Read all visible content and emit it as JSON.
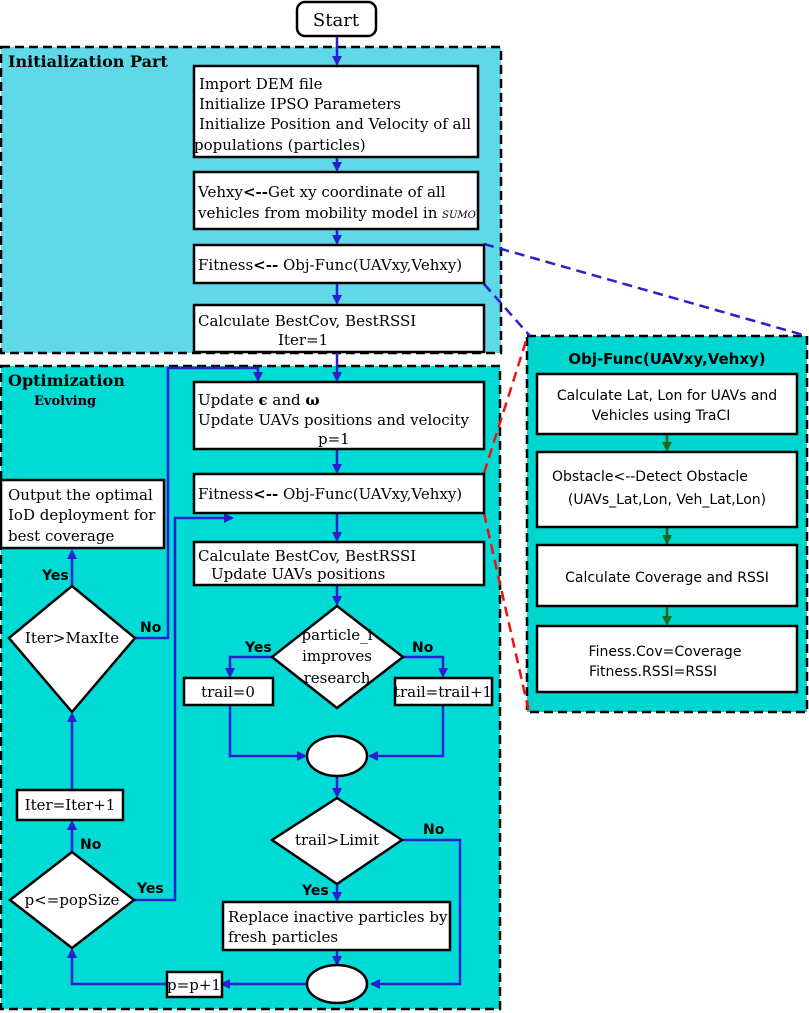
{
  "colors": {
    "init_bg": "#5fd9e8",
    "opt_bg": "#00dcd5",
    "obj_bg": "#00d6d0",
    "arrow": "#2a1fd0",
    "inner_arrow": "#1b6b1b",
    "red_dash": "#ee1111",
    "blue_dash": "#2a1fd0"
  },
  "sections": {
    "init_title": "Initialization Part",
    "opt_title": "Optimization",
    "opt_subtitle": "Evolving",
    "obj_title": "Obj-Func(UAVxy,Vehxy)"
  },
  "nodes": {
    "start": "Start",
    "import": [
      "Import DEM file",
      "Initialize IPSO Parameters",
      "Initialize Position and Velocity of all",
      "populations (particles)"
    ],
    "vehxy_a": "Vehxy",
    "vehxy_arrow": "<--",
    "vehxy_b": "Get xy coordinate of all",
    "vehxy_line2": "vehicles from mobility model in ",
    "vehxy_sumo": "SUMO",
    "fitness_a": "Fitness",
    "fitness_arrow": "<--",
    "fitness_b": " Obj-Func(UAVxy,Vehxy)",
    "calc_best1": [
      "Calculate BestCov, BestRSSI",
      "Iter=1"
    ],
    "update_a": "Update ",
    "update_eps": "ϵ",
    "update_and": " and  ",
    "update_omega": "ω",
    "update_line2": "Update UAVs positions and velocity",
    "update_line3": "p=1",
    "fitness2_a": "Fitness",
    "fitness2_arrow": "<--",
    "fitness2_b": " Obj-Func(UAVxy,Vehxy)",
    "calc_best2": [
      "Calculate BestCov, BestRSSI",
      "Update UAVs positions"
    ],
    "particle_i": [
      "particle_i",
      "improves",
      "research"
    ],
    "trail0": "trail=0",
    "trail_plus": "trail=trail+1",
    "trail_limit": "trail>Limit",
    "replace": [
      "Replace inactive particles by",
      "fresh particles"
    ],
    "p_plus": "p=p+1",
    "p_popsize": "p<=popSize",
    "iter_plus": "Iter=Iter+1",
    "iter_max": "Iter>MaxIte",
    "output": [
      "Output the optimal",
      "IoD deployment for",
      "best coverage"
    ],
    "obj_latlon": [
      "Calculate Lat, Lon for UAVs and",
      "Vehicles using TraCI"
    ],
    "obj_obstacle": [
      "Obstacle<--Detect Obstacle",
      "(UAVs_Lat,Lon, Veh_Lat,Lon)"
    ],
    "obj_coverage": "Calculate Coverage and RSSI",
    "obj_fitness": [
      "Finess.Cov=Coverage",
      "Fitness.RSSI=RSSI"
    ]
  },
  "labels": {
    "yes_particle": "Yes",
    "no_particle": "No",
    "no_trail": "No",
    "yes_trail": "Yes",
    "yes_popsize": "Yes",
    "no_popsize": "No",
    "yes_iter": "Yes",
    "no_iter": "No"
  }
}
